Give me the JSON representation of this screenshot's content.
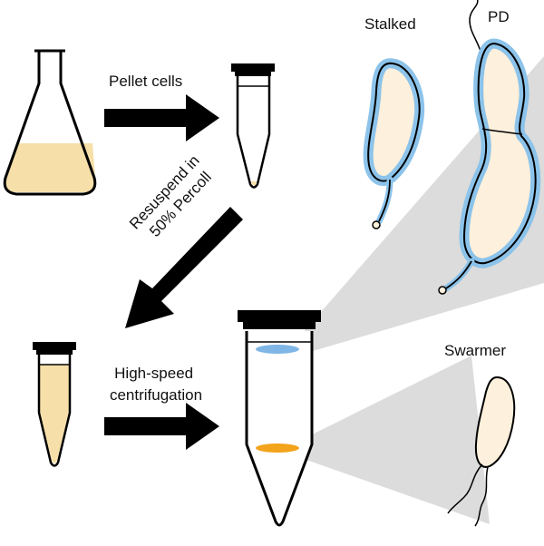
{
  "steps": {
    "pellet": "Pellet cells",
    "resuspend_line1": "Resuspend in",
    "resuspend_line2": "50% Percoll",
    "centrifuge_line1": "High-speed",
    "centrifuge_line2": "centrifugation"
  },
  "cells": {
    "stalked": "Stalked",
    "pd": "PD",
    "swarmer": "Swarmer"
  },
  "colors": {
    "culture": "#f6dfa9",
    "cell_fill": "#fdf0dc",
    "stalked_band": "#7fb6e6",
    "swarmer_band": "#f3a31c",
    "halo": "#8cc3ea",
    "arrow": "#000000",
    "zoom_cone": "#dcdcdc"
  }
}
